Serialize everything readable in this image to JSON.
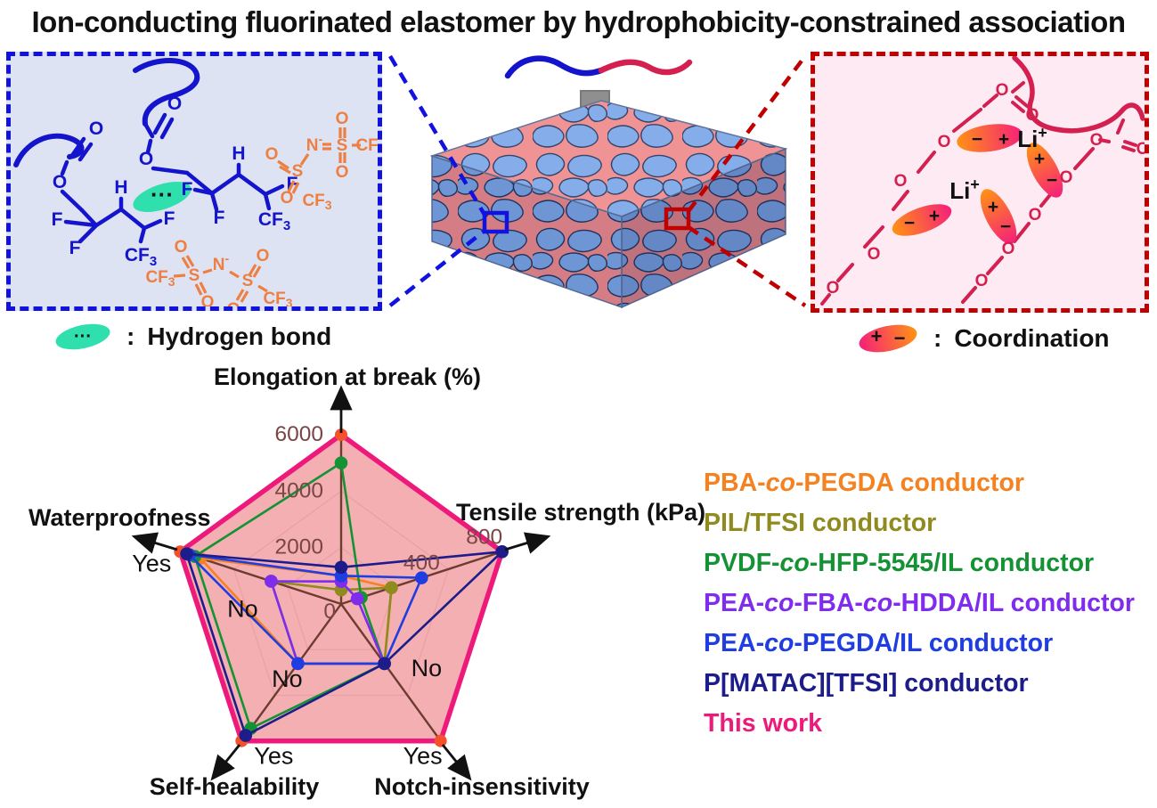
{
  "title": "Ion-conducting fluorinated elastomer by hydrophobicity-constrained association",
  "scheme": {
    "colon": ":",
    "hydrogen_bond_label": "Hydrogen bond",
    "coordination_label": "Coordination",
    "hydrogen_bond_dots": "···",
    "atoms": {
      "O": "O",
      "F": "F",
      "H": "H",
      "S": "S",
      "N": "N",
      "CF": "CF",
      "sub3": "3",
      "Li": "Li"
    },
    "signs": {
      "plus": "+",
      "minus": "−",
      "sup_minus": "-",
      "sup_plus": "+"
    },
    "colors": {
      "blue_polymer": "#1414cc",
      "orange_anion": "#ee7f42",
      "crimson_polymer": "#d42050",
      "hbond_teal": "#2fe0ae",
      "coordination_gradient": [
        "#ff9215",
        "#f5207a"
      ],
      "block_blue": "#7ba6e8",
      "block_salmon": "#ef8a8c"
    }
  },
  "chart_data": {
    "type": "radar",
    "title": "",
    "grid": "pentagon, rings at 1/3 and 2/3",
    "legend_position": "right",
    "this_work_fill": "#f09095",
    "this_work_dot_color": "#f4512c",
    "axes": [
      {
        "label": "Elongation at break (%)",
        "type": "numeric",
        "max": 6000,
        "ticks": [
          0,
          2000,
          4000,
          6000
        ]
      },
      {
        "label": "Tensile strength (kPa)",
        "type": "numeric",
        "max": 800,
        "ticks": [
          400,
          800
        ]
      },
      {
        "label": "Notch-insensitivity",
        "type": "categorical",
        "outer": "Yes",
        "inner": "No",
        "inner_frac": 0.435
      },
      {
        "label": "Self-healability",
        "type": "categorical",
        "outer": "Yes",
        "inner": "No",
        "inner_frac": 0.435
      },
      {
        "label": "Waterproofness",
        "type": "categorical",
        "outer": "Yes",
        "inner": "No",
        "inner_frac": 0.435
      }
    ],
    "series": [
      {
        "name": "PBA-co-PEGDA conductor",
        "color": "#f58220",
        "values": [
          1000,
          250,
          "No",
          "No",
          "Yes"
        ]
      },
      {
        "name": "PIL/TFSI conductor",
        "color": "#8f8b1f",
        "values": [
          500,
          250,
          "No",
          "No",
          "No"
        ]
      },
      {
        "name": "PVDF-co-HFP-5545/IL conductor",
        "color": "#149234",
        "values": [
          5000,
          100,
          "No",
          "Yes",
          "Yes"
        ]
      },
      {
        "name": "PEA-co-FBA-co-HDDA/IL conductor",
        "color": "#7f2ced",
        "values": [
          800,
          80,
          "No",
          "No",
          "No"
        ]
      },
      {
        "name": "PEA-co-PEGDA/IL conductor",
        "color": "#1f3de0",
        "values": [
          1000,
          400,
          "No",
          "No",
          "Yes"
        ]
      },
      {
        "name": "P[MATAC][TFSI] conductor",
        "color": "#1c1c8a",
        "values": [
          1300,
          800,
          "No",
          "Yes",
          "Yes"
        ]
      },
      {
        "name": "This work",
        "color": "#ed1a7c",
        "values": [
          6000,
          800,
          "Yes",
          "Yes",
          "Yes"
        ],
        "this_work": true
      }
    ]
  },
  "legend": {
    "items": [
      {
        "label": "PBA-co-PEGDA conductor",
        "color": "#f58220"
      },
      {
        "label": "PIL/TFSI conductor",
        "color": "#8f8b1f"
      },
      {
        "label": "PVDF-co-HFP-5545/IL conductor",
        "color": "#149234"
      },
      {
        "label": "PEA-co-FBA-co-HDDA/IL conductor",
        "color": "#7f2ced"
      },
      {
        "label": "PEA-co-PEGDA/IL conductor",
        "color": "#1f3de0"
      },
      {
        "label": "P[MATAC][TFSI] conductor",
        "color": "#1c1c8a"
      },
      {
        "label": "This work",
        "color": "#ed1a7c"
      }
    ]
  }
}
